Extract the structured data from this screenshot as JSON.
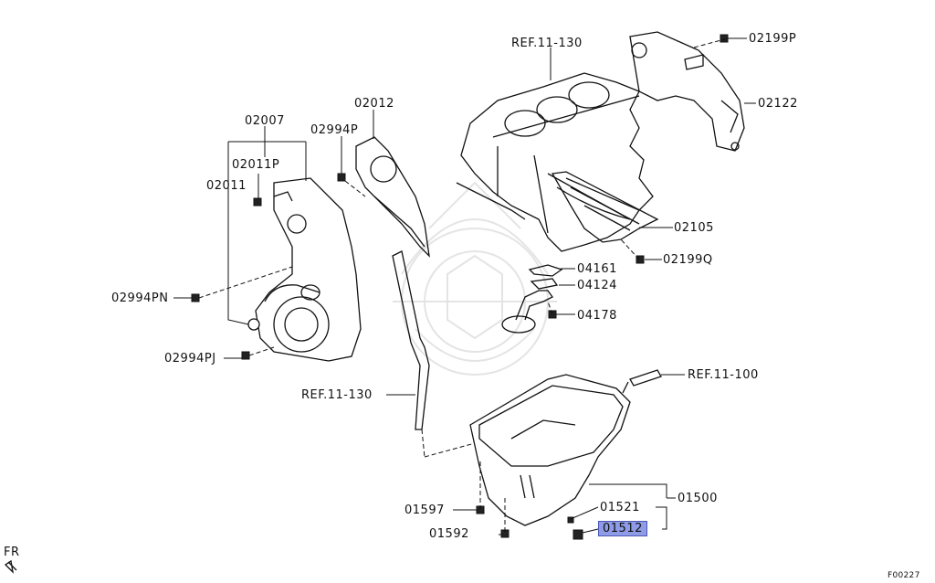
{
  "labels": {
    "ref_block": "REF.11-130",
    "p02199P": "02199P",
    "p02122": "02122",
    "p02012": "02012",
    "p02007": "02007",
    "p02994P": "02994P",
    "p02011P": "02011P",
    "p02011": "02011",
    "p02105": "02105",
    "p02199Q": "02199Q",
    "p04161": "04161",
    "p04124": "04124",
    "p04178": "04178",
    "p02994PN": "02994PN",
    "p02994PJ": "02994PJ",
    "ref_dipstick": "REF.11-130",
    "ref_100": "REF.11-100",
    "p01521": "01521",
    "p01500": "01500",
    "p01512": "01512",
    "p01597": "01597",
    "p01592": "01592",
    "fr": "FR",
    "figure_code": "F00227"
  },
  "highlight": {
    "part": "01512",
    "color": "#8e9be6"
  }
}
